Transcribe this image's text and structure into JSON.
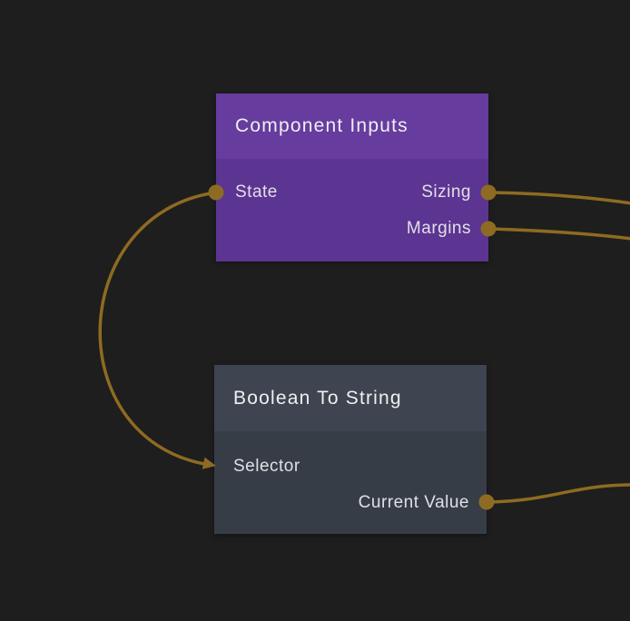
{
  "canvas": {
    "background_color": "#1e1e1e",
    "wire_color": "#8e6b22",
    "type": "node-graph-editor"
  },
  "nodes": [
    {
      "title": "Component Inputs",
      "header_color": "#663c9e",
      "body_color": "#5c3492",
      "title_color": "#f0edf4",
      "label_color": "#e2dfe7",
      "rows": [
        {
          "left": "State",
          "right": "Sizing"
        },
        {
          "left": "",
          "right": "Margins"
        }
      ],
      "ports": [
        {
          "name": "State",
          "side": "left",
          "connector": "circle"
        },
        {
          "name": "Sizing",
          "side": "right",
          "connector": "circle"
        },
        {
          "name": "Margins",
          "side": "right",
          "connector": "circle"
        }
      ]
    },
    {
      "title": "Boolean To String",
      "header_color": "#3e4450",
      "body_color": "#373d47",
      "title_color": "#eef0f2",
      "label_color": "#dde0e4",
      "rows": [
        {
          "left": "Selector",
          "right": ""
        },
        {
          "left": "",
          "right": "Current Value"
        }
      ],
      "ports": [
        {
          "name": "Selector",
          "side": "left",
          "connector": "arrow"
        },
        {
          "name": "Current Value",
          "side": "right",
          "connector": "circle"
        }
      ]
    }
  ],
  "connections": [
    {
      "from_node": "Component Inputs",
      "from_port": "State",
      "to_node": "Boolean To String",
      "to_port": "Selector"
    },
    {
      "from_node": "Component Inputs",
      "from_port": "Sizing",
      "to_node": "offscreen-right",
      "to_port": ""
    },
    {
      "from_node": "Component Inputs",
      "from_port": "Margins",
      "to_node": "offscreen-right",
      "to_port": ""
    },
    {
      "from_node": "Boolean To String",
      "from_port": "Current Value",
      "to_node": "offscreen-right",
      "to_port": ""
    }
  ]
}
